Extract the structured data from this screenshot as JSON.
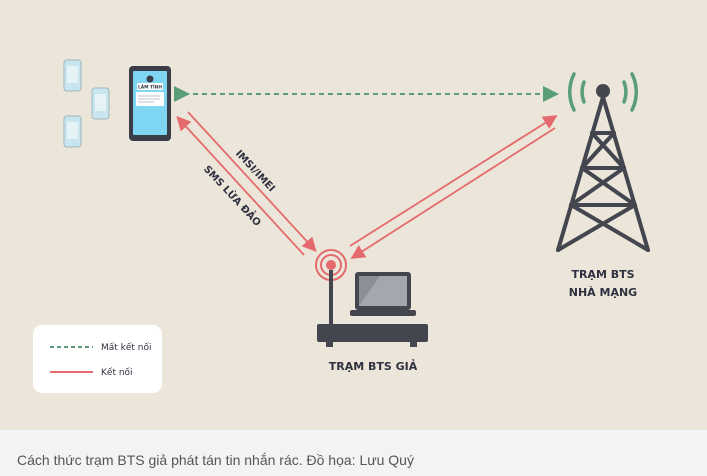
{
  "diagram": {
    "phone_screen_label": "LÂM TÍNH",
    "arrow_label_imsi": "IMSI/IMEI",
    "arrow_label_sms": "SMS LỪA ĐẢO",
    "real_tower_label_line1": "TRẠM BTS",
    "real_tower_label_line2": "NHÀ MẠNG",
    "fake_station_label": "TRẠM BTS GIẢ",
    "legend": {
      "lost_connection": "Mất kết nối",
      "connected": "Kết nối"
    },
    "colors": {
      "background": "#ebe6d9",
      "lost_connection_line": "#5a9e78",
      "connected_line": "#e46a6e",
      "tower": "#44464f",
      "signal_waves_green": "#5a9e78",
      "signal_waves_red": "#e46a6e",
      "phone_screen": "#7fd6f2"
    }
  },
  "caption": "Cách thức trạm BTS giả phát tán tin nhắn rác. Đồ họa: Lưu Quý"
}
